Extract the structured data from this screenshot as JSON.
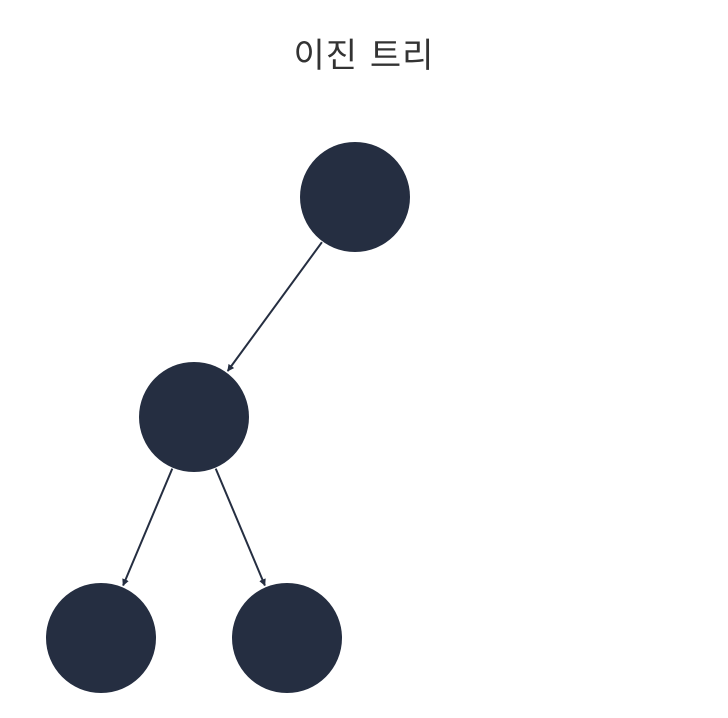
{
  "diagram": {
    "title": "이진 트리",
    "colors": {
      "node": "#252e41",
      "edge": "#252e41",
      "title": "#333333",
      "background": "#ffffff"
    },
    "nodes": [
      {
        "id": "root",
        "label": ""
      },
      {
        "id": "left",
        "label": ""
      },
      {
        "id": "left-left",
        "label": ""
      },
      {
        "id": "left-right",
        "label": ""
      }
    ],
    "edges": [
      {
        "from": "root",
        "to": "left",
        "directed": true
      },
      {
        "from": "left",
        "to": "left-left",
        "directed": true
      },
      {
        "from": "left",
        "to": "left-right",
        "directed": true
      }
    ]
  }
}
